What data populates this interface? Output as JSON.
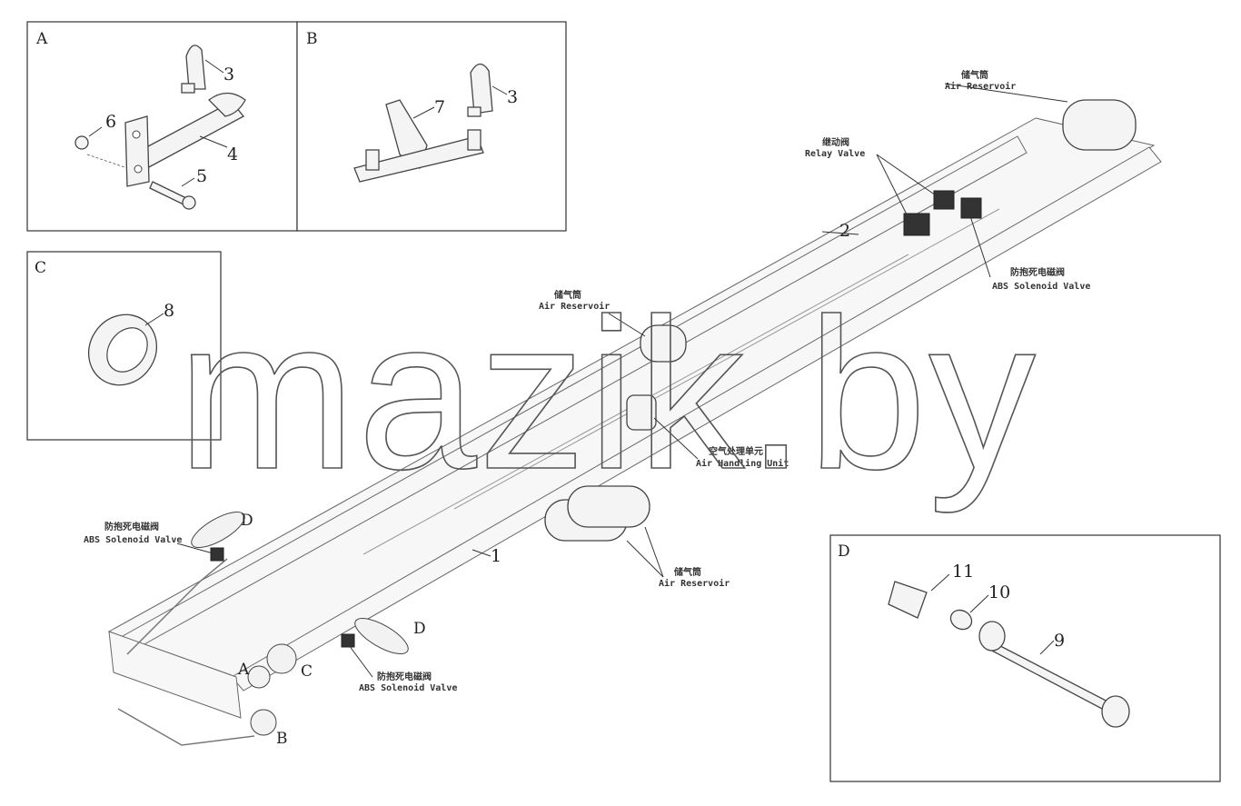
{
  "watermark": "mazik.by",
  "detail_boxes": [
    {
      "id": "A",
      "parts": [
        "3",
        "4",
        "5",
        "6"
      ]
    },
    {
      "id": "B",
      "parts": [
        "7",
        "3"
      ]
    },
    {
      "id": "C",
      "parts": [
        "8"
      ]
    },
    {
      "id": "D",
      "parts": [
        "11",
        "10",
        "9"
      ]
    }
  ],
  "callouts": {
    "air_reservoir_top": {
      "cn": "储气筒",
      "en": "Air Reservoir"
    },
    "relay_valve": {
      "cn": "继动阀",
      "en": "Relay Valve"
    },
    "abs_valve_right": {
      "cn": "防抱死电磁阀",
      "en": "ABS Solenoid Valve"
    },
    "air_reservoir_mid": {
      "cn": "储气筒",
      "en": "Air Reservoir"
    },
    "air_handling_unit": {
      "cn": "空气处理单元",
      "en": "Air Handling Unit"
    },
    "air_reservoir_bottom": {
      "cn": "储气筒",
      "en": "Air Reservoir"
    },
    "abs_valve_left": {
      "cn": "防抱死电磁阀",
      "en": "ABS Solenoid Valve"
    },
    "abs_valve_bottom": {
      "cn": "防抱死电磁阀",
      "en": "ABS Solenoid Valve"
    }
  },
  "main_labels": {
    "part1": "1",
    "part2": "2",
    "ref_a": "A",
    "ref_b": "B",
    "ref_c": "C",
    "ref_d1": "D",
    "ref_d2": "D"
  }
}
